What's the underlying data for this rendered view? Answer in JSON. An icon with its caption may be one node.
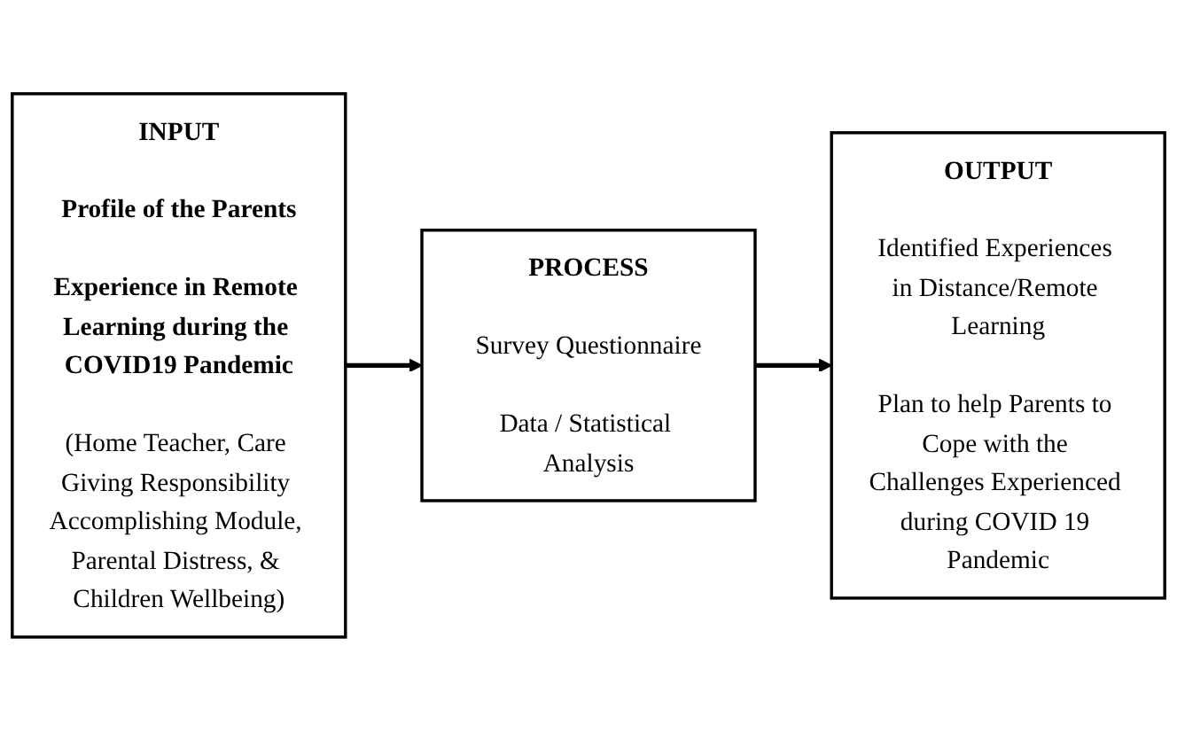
{
  "diagram": {
    "nodes": [
      {
        "text": [
          "INPUT",
          "Profile of the Parents",
          "Experience in Remote Learning during the COVID19 Pandemic",
          "(Home Teacher, Care Giving Responsibility Accomplishing Module, Parental Distress, & Children Wellbeing)"
        ]
      },
      {
        "text": [
          "PROCESS",
          "Survey Questionnaire",
          "Data / Statistical Analysis"
        ]
      },
      {
        "text": [
          "OUTPUT",
          "Identified Experiences in Distance/Remote Learning",
          "Plan to help Parents to Cope with the Challenges Experienced during COVID 19 Pandemic"
        ]
      }
    ],
    "edges": [
      {
        "from": 0,
        "to": 1,
        "arrow": "to"
      },
      {
        "from": 1,
        "to": 2,
        "arrow": "to"
      }
    ]
  }
}
